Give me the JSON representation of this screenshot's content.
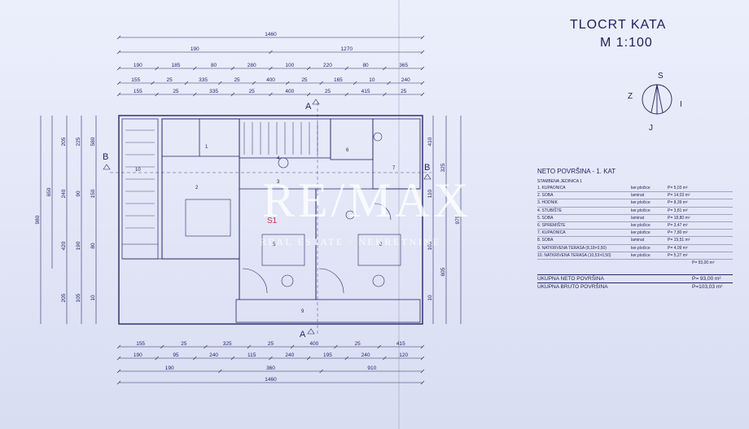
{
  "drawing": {
    "title": "TLOCRT KATA",
    "scale": "M 1:100",
    "compass": {
      "top": "S",
      "left": "Z",
      "right": "I",
      "bottom": "J"
    },
    "section_marks": {
      "top": "A",
      "bottom": "A",
      "left": "B",
      "right": "B"
    },
    "unit_label": "S1",
    "dims": {
      "top_r1": [
        "1460"
      ],
      "top_r2": [
        "190",
        "1270"
      ],
      "top_r3": [
        "190",
        "185",
        "80",
        "280",
        "100",
        "220",
        "80",
        "365"
      ],
      "top_r4": [
        "155",
        "25",
        "335",
        "25",
        "400",
        "25",
        "165",
        "10",
        "240"
      ],
      "top_r5": [
        "155",
        "25",
        "335",
        "25",
        "400",
        "25",
        "415",
        "25"
      ],
      "bot_r1": [
        "155",
        "25",
        "325",
        "25",
        "400",
        "25",
        "415"
      ],
      "bot_r2": [
        "190",
        "95",
        "240",
        "115",
        "240",
        "195",
        "240",
        "120"
      ],
      "bot_r3": [
        "190",
        "360",
        "910"
      ],
      "bot_r4": [
        "1460"
      ],
      "left": [
        "980",
        "650",
        "205",
        "240",
        "420",
        "205",
        "225",
        "90",
        "190",
        "105",
        "580",
        "150",
        "80",
        "10"
      ],
      "right": [
        "325",
        "605",
        "975",
        "410",
        "110",
        "105",
        "10"
      ]
    },
    "rooms": [
      "1",
      "2",
      "3",
      "4",
      "5",
      "6",
      "7",
      "8",
      "9",
      "10"
    ]
  },
  "area_table": {
    "title": "NETO POVRŠINA - 1. KAT",
    "subtitle": "STAMBENA JEDINICA 1",
    "rows": [
      {
        "name": "1. KUPAONICA",
        "material": "ker.pločice",
        "value": "P= 5,03 m²"
      },
      {
        "name": "2. SOBA",
        "material": "laminat",
        "value": "P= 14,03 m²"
      },
      {
        "name": "3. HODNIK",
        "material": "ker.pločice",
        "value": "P= 8,39 m²"
      },
      {
        "name": "4. STUBIŠTE",
        "material": "ker.pločice",
        "value": "P= 3,81 m²"
      },
      {
        "name": "5. SOBA",
        "material": "laminat",
        "value": "P= 18,80 m²"
      },
      {
        "name": "6. SPREMIŠTE",
        "material": "ker.pločice",
        "value": "P= 3,47 m²"
      },
      {
        "name": "7. KUPAONICA",
        "material": "ker.pločice",
        "value": "P= 7,80 m²"
      },
      {
        "name": "8. SOBA",
        "material": "laminat",
        "value": "P= 19,51 m²"
      },
      {
        "name": "9. NATKRIVENA TERASA (8,18×0,50)",
        "material": "ker.pločice",
        "value": "P= 4,09 m²"
      },
      {
        "name": "10. NATKRIVENA TERASA (10,53×0,50)",
        "material": "ker.pločice",
        "value": "P= 5,27 m²"
      }
    ],
    "subtotal": "P= 93,00 m²",
    "total_net_label": "UKUPNA NETO POVRŠINA",
    "total_net_value": "P= 93,00 m²",
    "total_gross_label": "UKUPNA BRUTO POVRŠINA",
    "total_gross_value": "P=103,03 m²"
  },
  "watermark": {
    "logo": "RE/MAX",
    "tagline": "REAL ESTATE · NEKRETNINE"
  },
  "colors": {
    "paper": "#e3e7f7",
    "ink": "#23245e"
  }
}
